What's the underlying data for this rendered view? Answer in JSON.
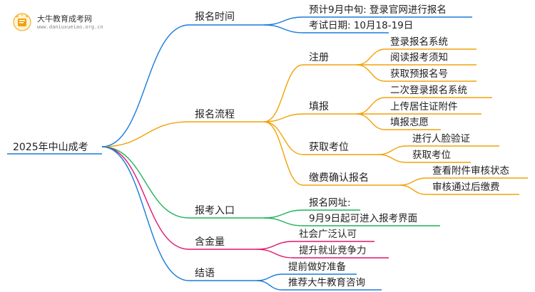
{
  "root": "2025年中山成考",
  "logo": {
    "name": "大牛教育成考网",
    "site": "www.daniuxueiao.org.cn"
  },
  "colors": {
    "blue": "#1a7bdc",
    "orange": "#f2a20a",
    "green": "#1fb25a",
    "pink": "#e0156e"
  },
  "branches": {
    "time": {
      "label": "报名时间",
      "items": [
        "预计9月中旬: 登录官网进行报名",
        "考试日期: 10月18-19日"
      ]
    },
    "process": {
      "label": "报名流程",
      "register": {
        "label": "注册",
        "items": [
          "登录报名系统",
          "阅读报考须知",
          "获取预报名号"
        ]
      },
      "fill": {
        "label": "填报",
        "items": [
          "二次登录报名系统",
          "上传居住证附件",
          "填报志愿"
        ]
      },
      "seat": {
        "label": "获取考位",
        "items": [
          "进行人脸验证",
          "获取考位"
        ]
      },
      "pay": {
        "label": "缴费确认报名",
        "items": [
          "查看附件审核状态",
          "审核通过后缴费"
        ]
      }
    },
    "entrance": {
      "label": "报考入口",
      "items": [
        "报名网址:",
        "9月9日起可进入报考界面"
      ]
    },
    "value": {
      "label": "含金量",
      "items": [
        "社会广泛认可",
        "提升就业竞争力"
      ]
    },
    "conclusion": {
      "label": "结语",
      "items": [
        "提前做好准备",
        "推荐大牛教育咨询"
      ]
    }
  }
}
